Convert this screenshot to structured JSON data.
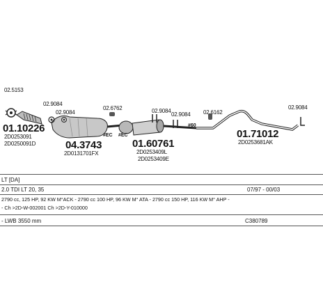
{
  "parts": [
    {
      "id": "p1",
      "number": "01.10226",
      "codes": [
        "2D0253091",
        "2D0250091D"
      ],
      "gasket": "02.5153"
    },
    {
      "id": "p2",
      "number": "04.3743",
      "codes": [
        "2D0131701FX"
      ],
      "gaskets": [
        "02.9084",
        "02.9084"
      ],
      "marker": "#EC"
    },
    {
      "id": "p3",
      "number": "01.60761",
      "codes": [
        "2D0253409L",
        "2D0253409E"
      ],
      "gaskets": [
        "02.6762",
        "02.9084",
        "02.9084"
      ],
      "marker": "#EC"
    },
    {
      "id": "p4",
      "number": "01.71012",
      "codes": [
        "2D0253681AK"
      ],
      "gaskets": [
        "02.6162",
        "02.9084"
      ],
      "marker": "#60"
    }
  ],
  "table": {
    "model": "LT [DA]",
    "variant": "2.0 TDI LT 20, 35",
    "dates": "07/97 - 00/03",
    "spec": "2790 cc, 125 HP, 92 KW M°ACK - 2790 cc 100 HP, 96 KW M° ATA - 2790 cc 150 HP, 116 KW M° AHP -",
    "chassis": "- Ch >2D-W-002001 Ch >2D-Y-010000",
    "wheelbase": "- LWB 3550 mm",
    "ref": "C380789"
  }
}
